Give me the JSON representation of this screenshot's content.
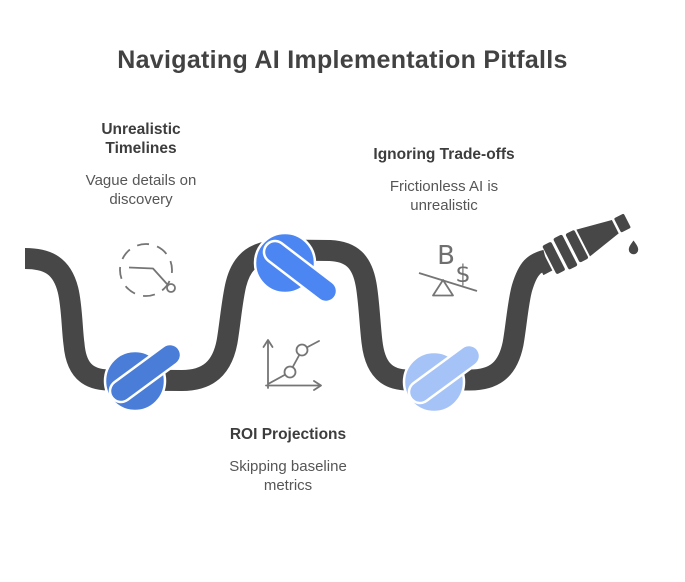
{
  "title": "Navigating AI Implementation Pitfalls",
  "pitfalls": [
    {
      "label": "Unrealistic Timelines",
      "description": "Vague details on discovery",
      "icon": "clock-icon"
    },
    {
      "label": "Ignoring Trade-offs",
      "description": "Frictionless AI is unrealistic",
      "icon": "balance-icon"
    },
    {
      "label": "ROI Projections",
      "description": "Skipping baseline metrics",
      "icon": "line-chart-icon"
    }
  ],
  "balance_icon": {
    "left_symbol": "B",
    "right_symbol": "$"
  },
  "colors": {
    "hose": "#474747",
    "knot_timelines": "#4a7dd8",
    "knot_roi": "#4c86f3",
    "knot_tradeoffs": "#a6c3f8",
    "title_text": "#424242",
    "heading_text": "#3d3d3d",
    "body_text": "#565656",
    "icon_stroke": "#757575"
  }
}
